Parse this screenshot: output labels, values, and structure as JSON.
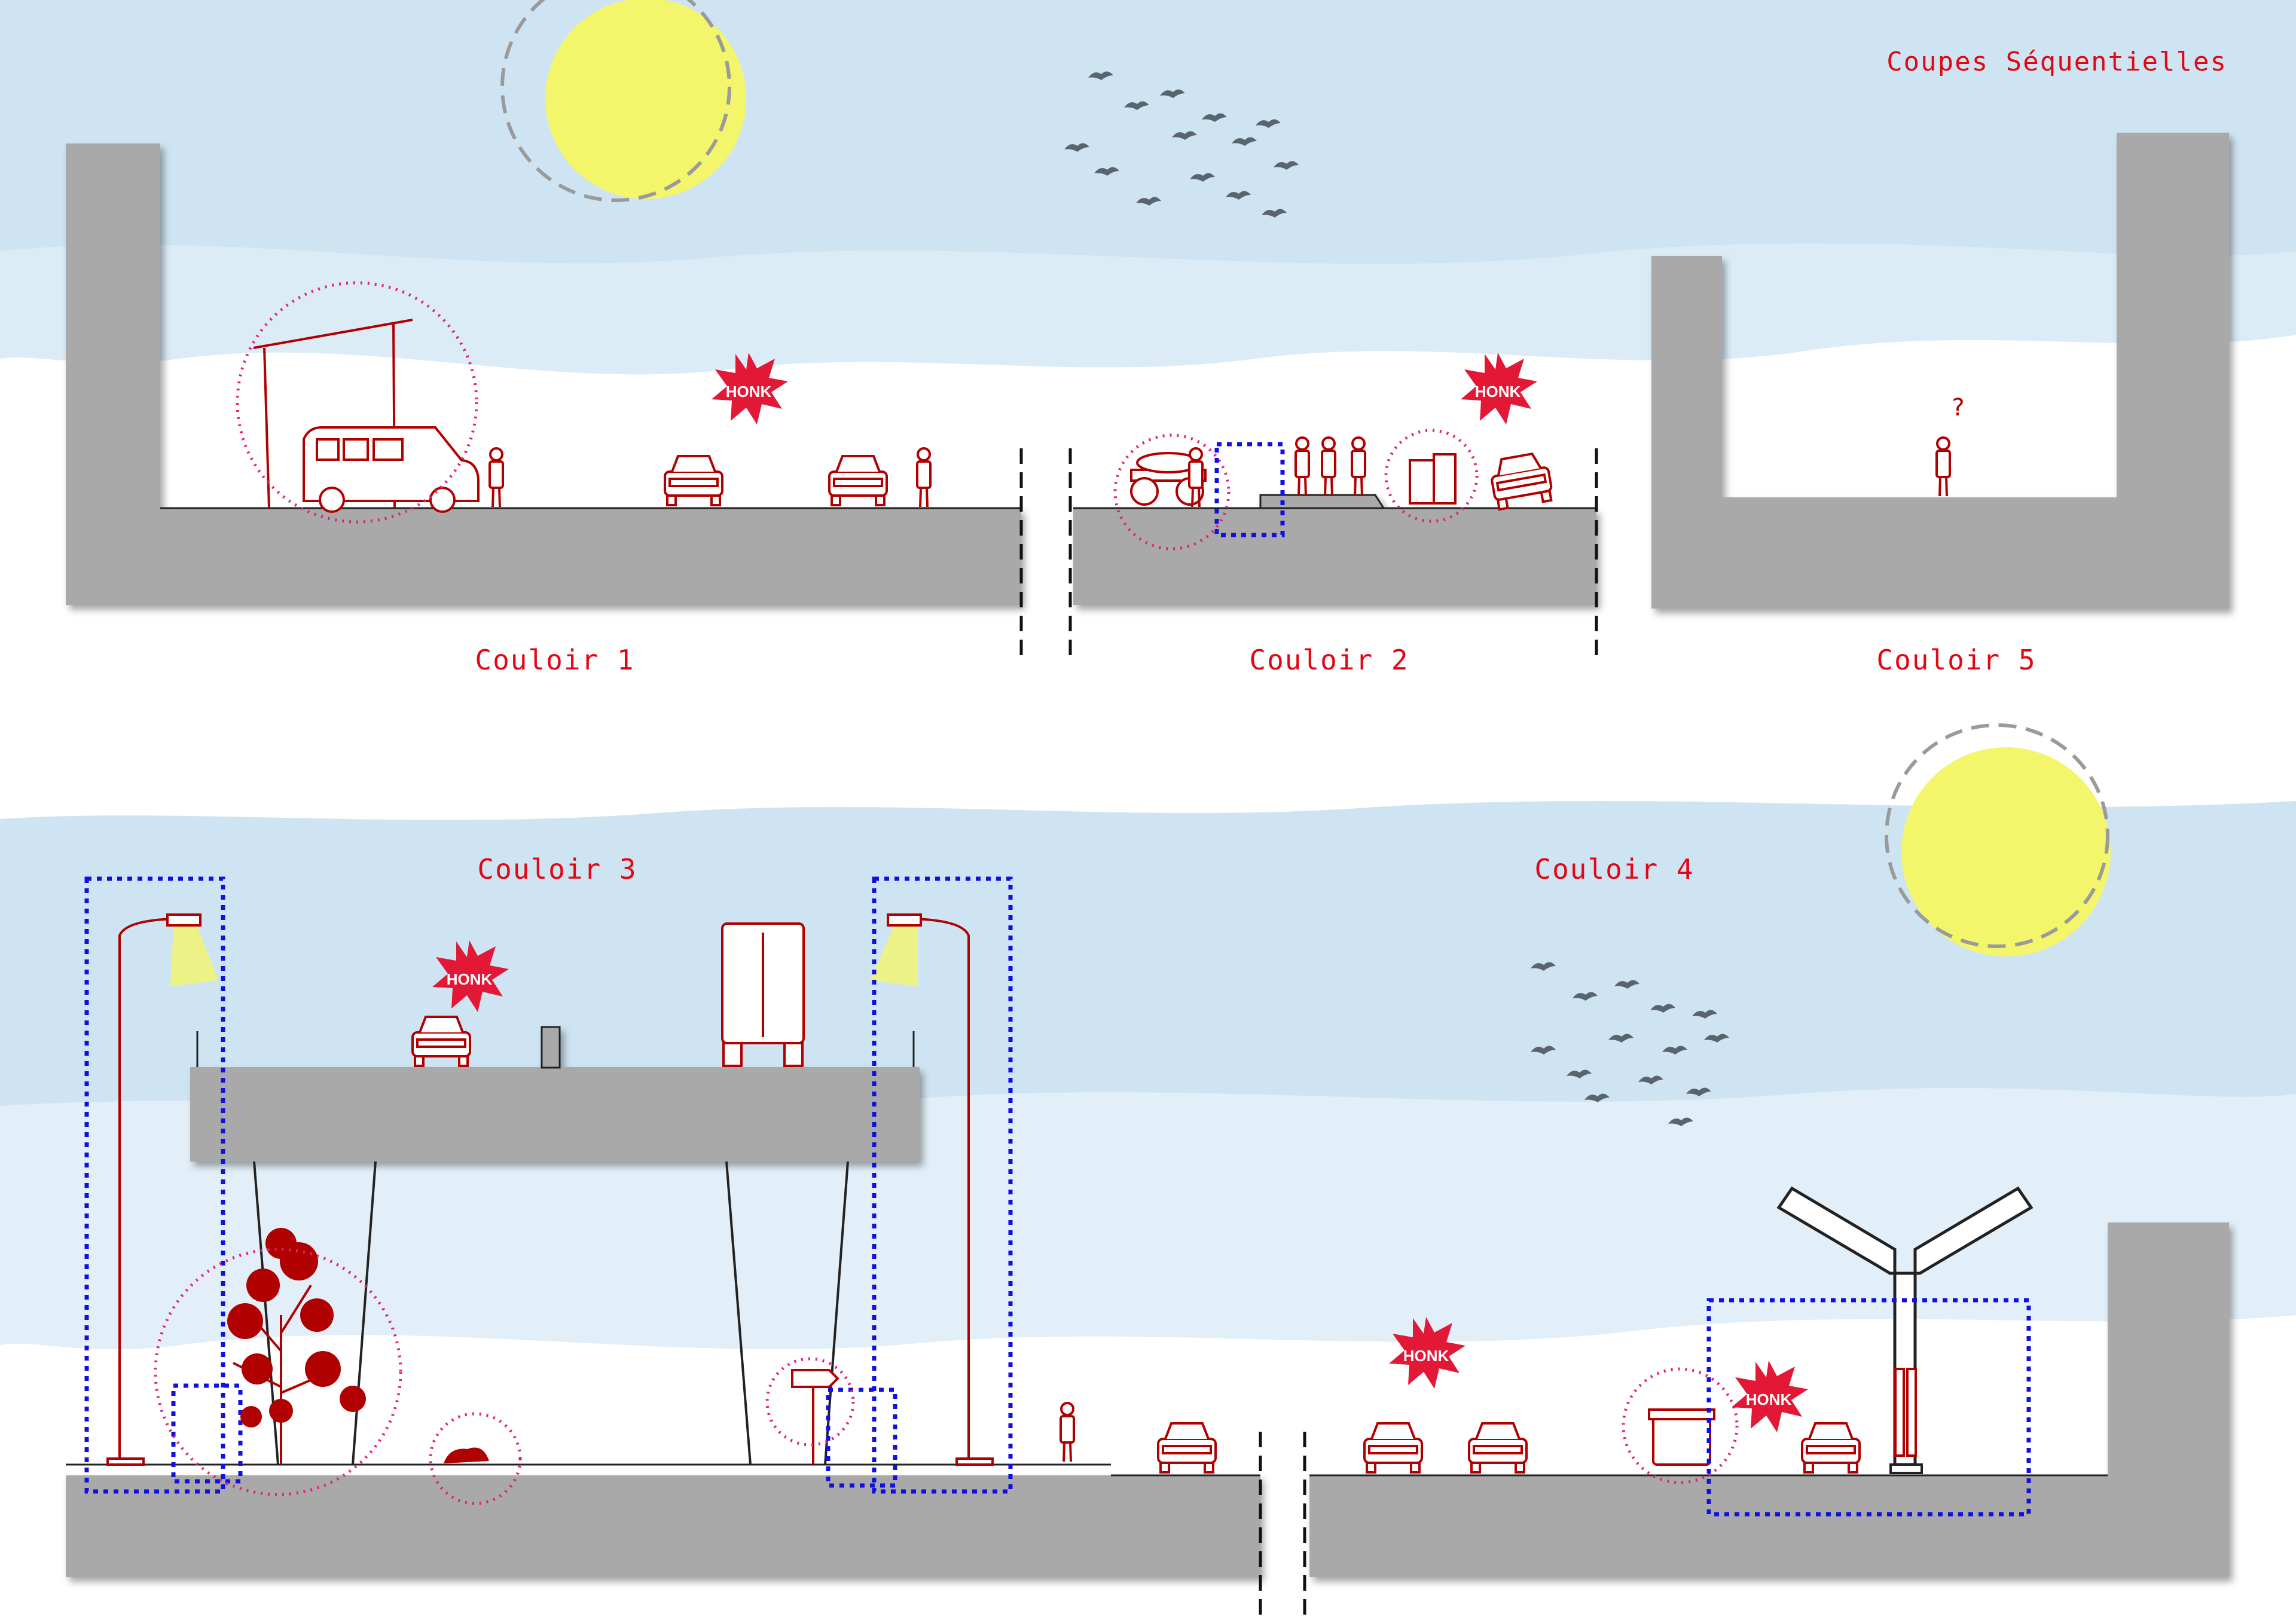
{
  "title": "Coupes Séquentielles",
  "sections": [
    {
      "id": "couloir-1",
      "label": "Couloir 1"
    },
    {
      "id": "couloir-2",
      "label": "Couloir 2"
    },
    {
      "id": "couloir-5",
      "label": "Couloir 5"
    },
    {
      "id": "couloir-3",
      "label": "Couloir 3"
    },
    {
      "id": "couloir-4",
      "label": "Couloir 4"
    }
  ],
  "honk_text": "HONK",
  "question_mark": "?",
  "colors": {
    "sky": "#cfe4f2",
    "concrete": "#a9a9a9",
    "figures": "#b00000",
    "labels": "#e30613",
    "magenta_circle": "#e0207a",
    "blue_frame": "#1010e0",
    "sun": "#f3f56a"
  },
  "icons": [
    "sun-icon",
    "bird-flock-icon",
    "honk-burst-icon",
    "street-lamp-icon",
    "tree-icon",
    "van-icon",
    "car-icon",
    "truck-icon",
    "pedestrian-icon",
    "cart-icon",
    "trash-bin-icon",
    "shade-canopy-icon"
  ]
}
